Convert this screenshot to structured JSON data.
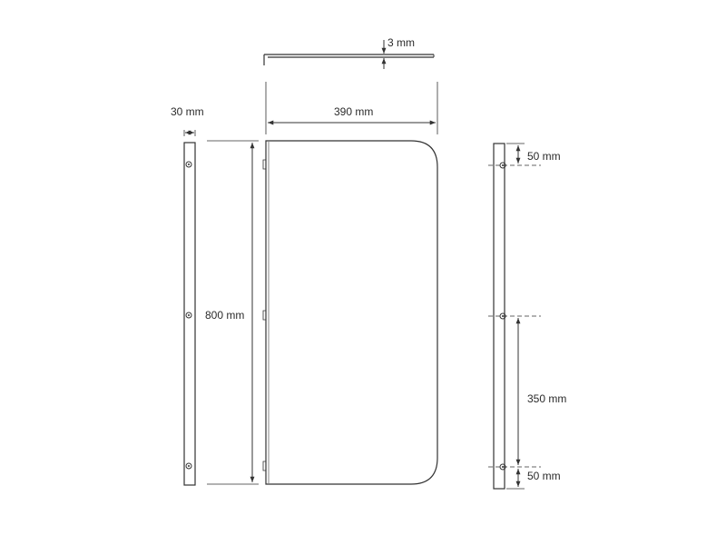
{
  "dimensions": {
    "thickness": "3 mm",
    "width": "390 mm",
    "depth": "30 mm",
    "height": "800 mm",
    "top_offset": "50 mm",
    "spacing": "350 mm",
    "bottom_offset": "50 mm"
  },
  "colors": {
    "line": "#333333",
    "text": "#2b2b2b"
  }
}
